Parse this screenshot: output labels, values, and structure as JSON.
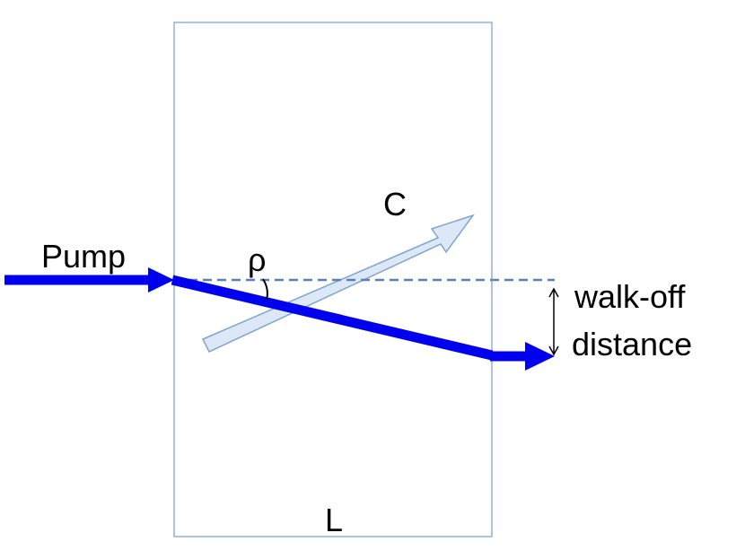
{
  "labels": {
    "pump": "Pump",
    "angle": "ρ",
    "axis": "C",
    "walkoff_line1": "walk-off",
    "walkoff_line2": "distance",
    "length": "L"
  },
  "colors": {
    "beam": "#0000ee",
    "crystal_border": "#8fb0dc",
    "c_arrow_fill": "#dce8f6",
    "c_arrow_stroke": "#7fa3d3",
    "dashed": "#5b80b8"
  }
}
